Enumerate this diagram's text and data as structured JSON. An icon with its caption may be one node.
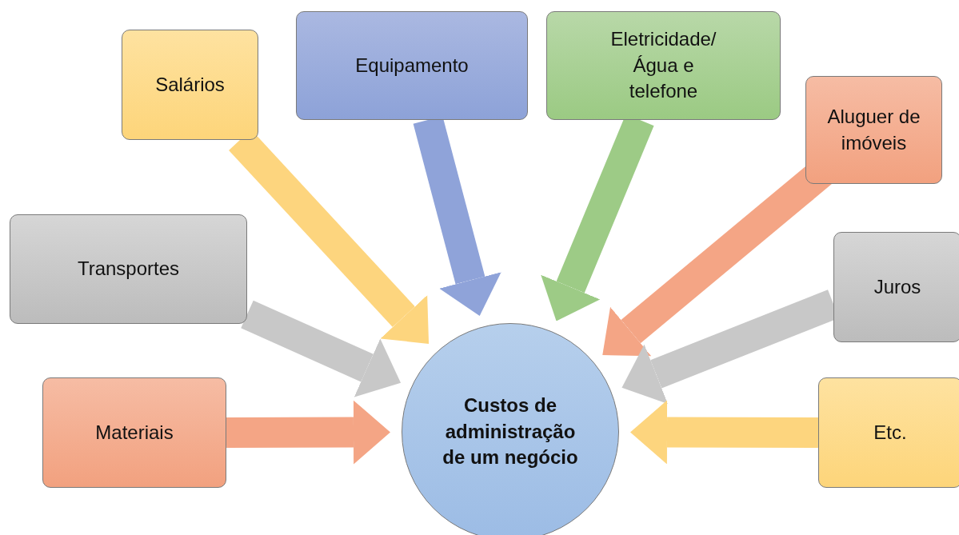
{
  "diagram": {
    "nodes": [
      {
        "text": [
          "Salários"
        ]
      },
      {
        "text": [
          "Equipamento"
        ]
      },
      {
        "text": [
          "Eletricidade/ Água e telefone"
        ]
      },
      {
        "text": [
          "Aluguer de imóveis"
        ]
      },
      {
        "text": [
          "Transportes"
        ]
      },
      {
        "text": [
          "Juros"
        ]
      },
      {
        "text": [
          "Materiais"
        ]
      },
      {
        "text": [
          "Etc."
        ]
      },
      {
        "text": [
          "Custos de administração de um negócio"
        ]
      }
    ],
    "edges": [
      {
        "from": 0,
        "to": 8,
        "arrow": "to",
        "color": "#fdd57e"
      },
      {
        "from": 1,
        "to": 8,
        "arrow": "to",
        "color": "#8fa3d9"
      },
      {
        "from": 2,
        "to": 8,
        "arrow": "to",
        "color": "#9dcb86"
      },
      {
        "from": 3,
        "to": 8,
        "arrow": "to",
        "color": "#f4a585"
      },
      {
        "from": 4,
        "to": 8,
        "arrow": "to",
        "color": "#c8c8c8"
      },
      {
        "from": 5,
        "to": 8,
        "arrow": "to",
        "color": "#c8c8c8"
      },
      {
        "from": 6,
        "to": 8,
        "arrow": "to",
        "color": "#f4a585"
      },
      {
        "from": 7,
        "to": 8,
        "arrow": "to",
        "color": "#fdd57e"
      }
    ]
  }
}
